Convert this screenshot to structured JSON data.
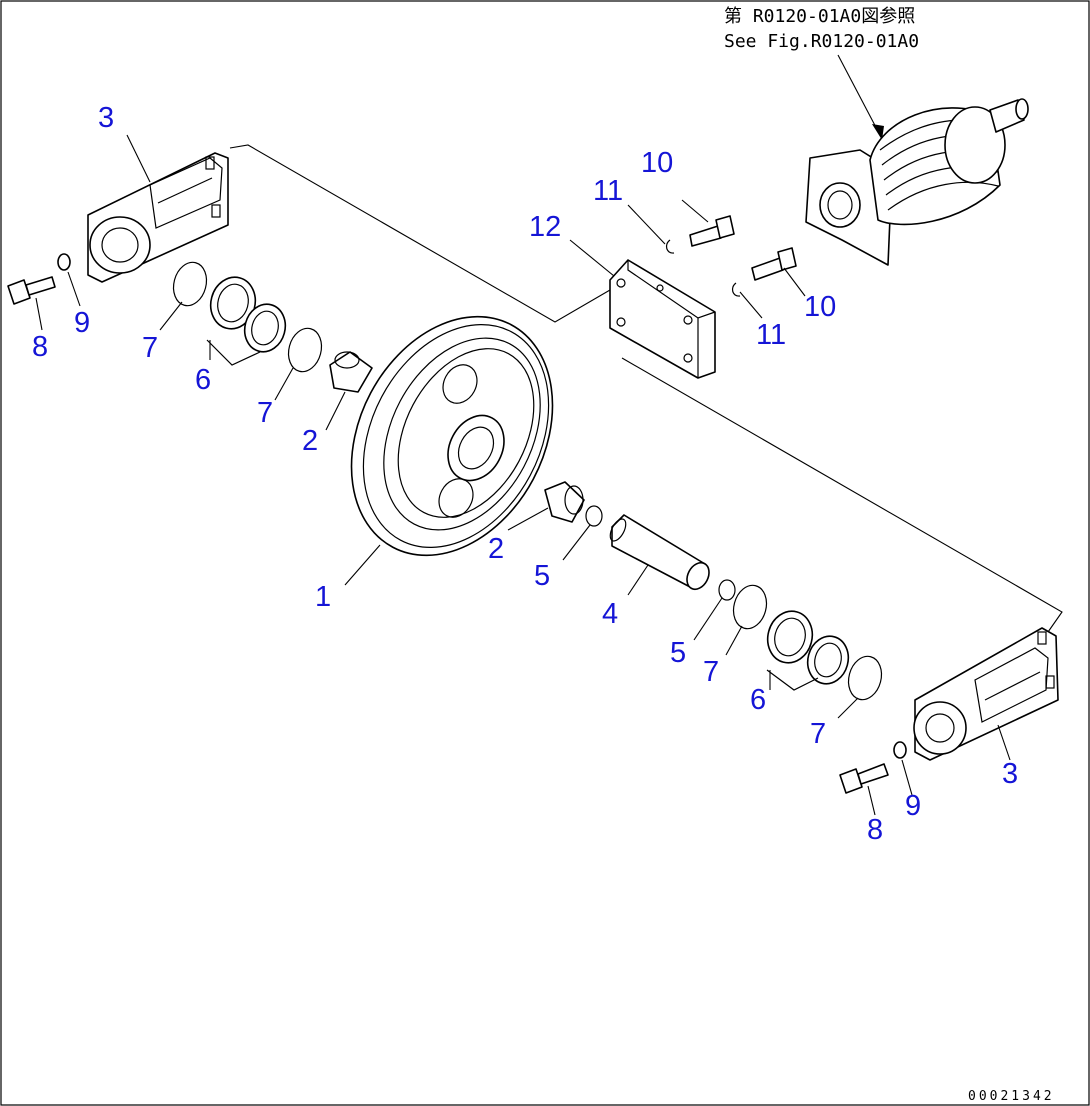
{
  "reference": {
    "line_jp": "第 R0120-01A0図参照",
    "line_en": "See Fig.R0120-01A0"
  },
  "drawing_code": "00021342",
  "callouts": {
    "c1": "1",
    "c2a": "2",
    "c2b": "2",
    "c3a": "3",
    "c3b": "3",
    "c4": "4",
    "c5a": "5",
    "c5b": "5",
    "c6a": "6",
    "c6b": "6",
    "c7a": "7",
    "c7b": "7",
    "c7c": "7",
    "c7d": "7",
    "c8a": "8",
    "c8b": "8",
    "c9a": "9",
    "c9b": "9",
    "c10a": "10",
    "c10b": "10",
    "c11a": "11",
    "c11b": "11",
    "c12": "12"
  },
  "colors": {
    "callout": "#1515d6",
    "line": "#000000",
    "background": "#ffffff"
  }
}
